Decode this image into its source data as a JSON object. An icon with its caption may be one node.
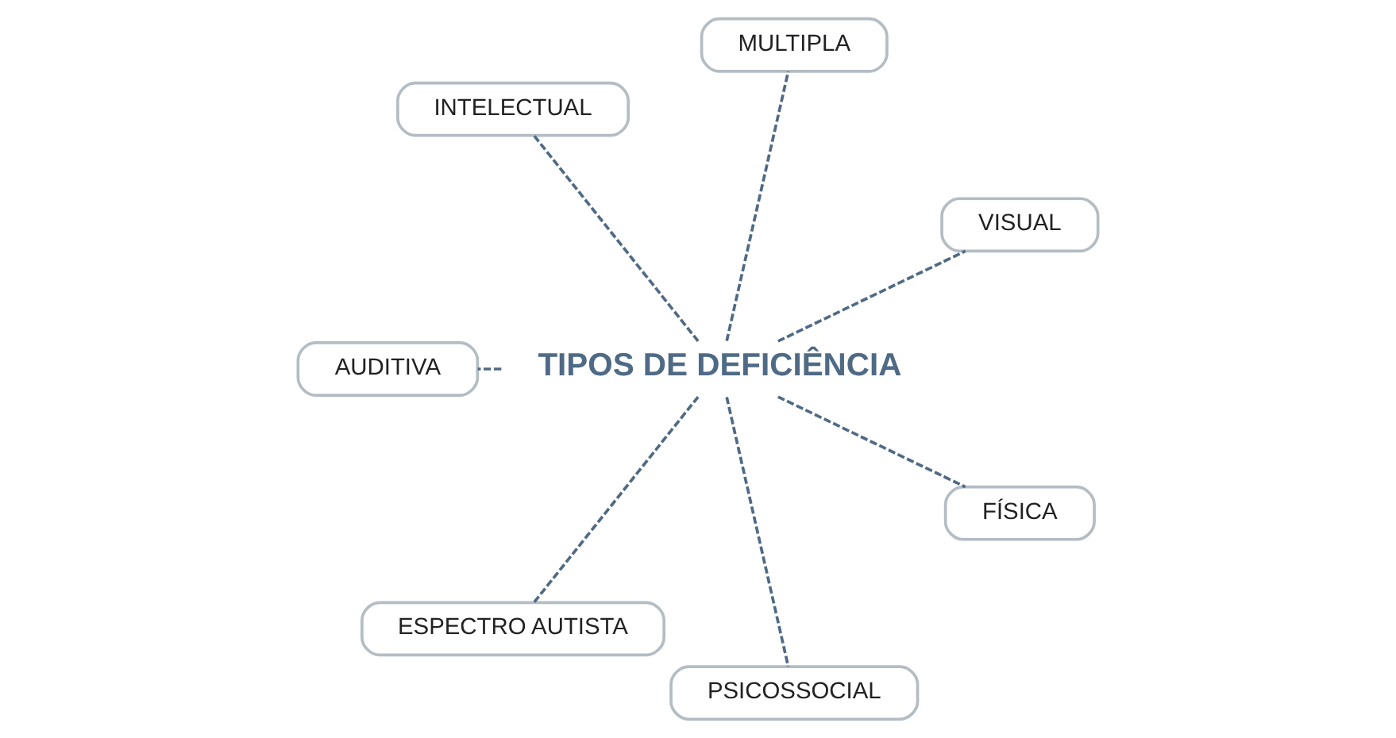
{
  "diagram": {
    "nodes": [
      {
        "text": [
          "VISUAL"
        ]
      },
      {
        "text": [
          "MULTIPLA"
        ]
      },
      {
        "text": [
          "INTELECTUAL"
        ]
      },
      {
        "text": [
          "TIPOS DE DEFICIÊNCIA"
        ]
      },
      {
        "text": [
          "AUDITIVA"
        ]
      },
      {
        "text": [
          "ESPECTRO AUTISTA"
        ]
      },
      {
        "text": [
          "PSICOSSOCIAL"
        ]
      },
      {
        "text": [
          "FÍSICA"
        ]
      }
    ],
    "edges": [
      {
        "from": 3,
        "to": 0,
        "arrow": "none",
        "style": "dashed"
      },
      {
        "from": 3,
        "to": 2,
        "arrow": "none",
        "style": "dashed"
      },
      {
        "from": 3,
        "to": 4,
        "arrow": "none",
        "style": "dashed"
      },
      {
        "from": 3,
        "to": 6,
        "arrow": "none",
        "style": "dashed"
      },
      {
        "from": 3,
        "to": 7,
        "arrow": "none",
        "style": "dashed"
      },
      {
        "from": 3,
        "to": 5,
        "arrow": "none",
        "style": "dashed"
      },
      {
        "from": 3,
        "to": 1,
        "arrow": "none",
        "style": "dashed"
      }
    ]
  }
}
